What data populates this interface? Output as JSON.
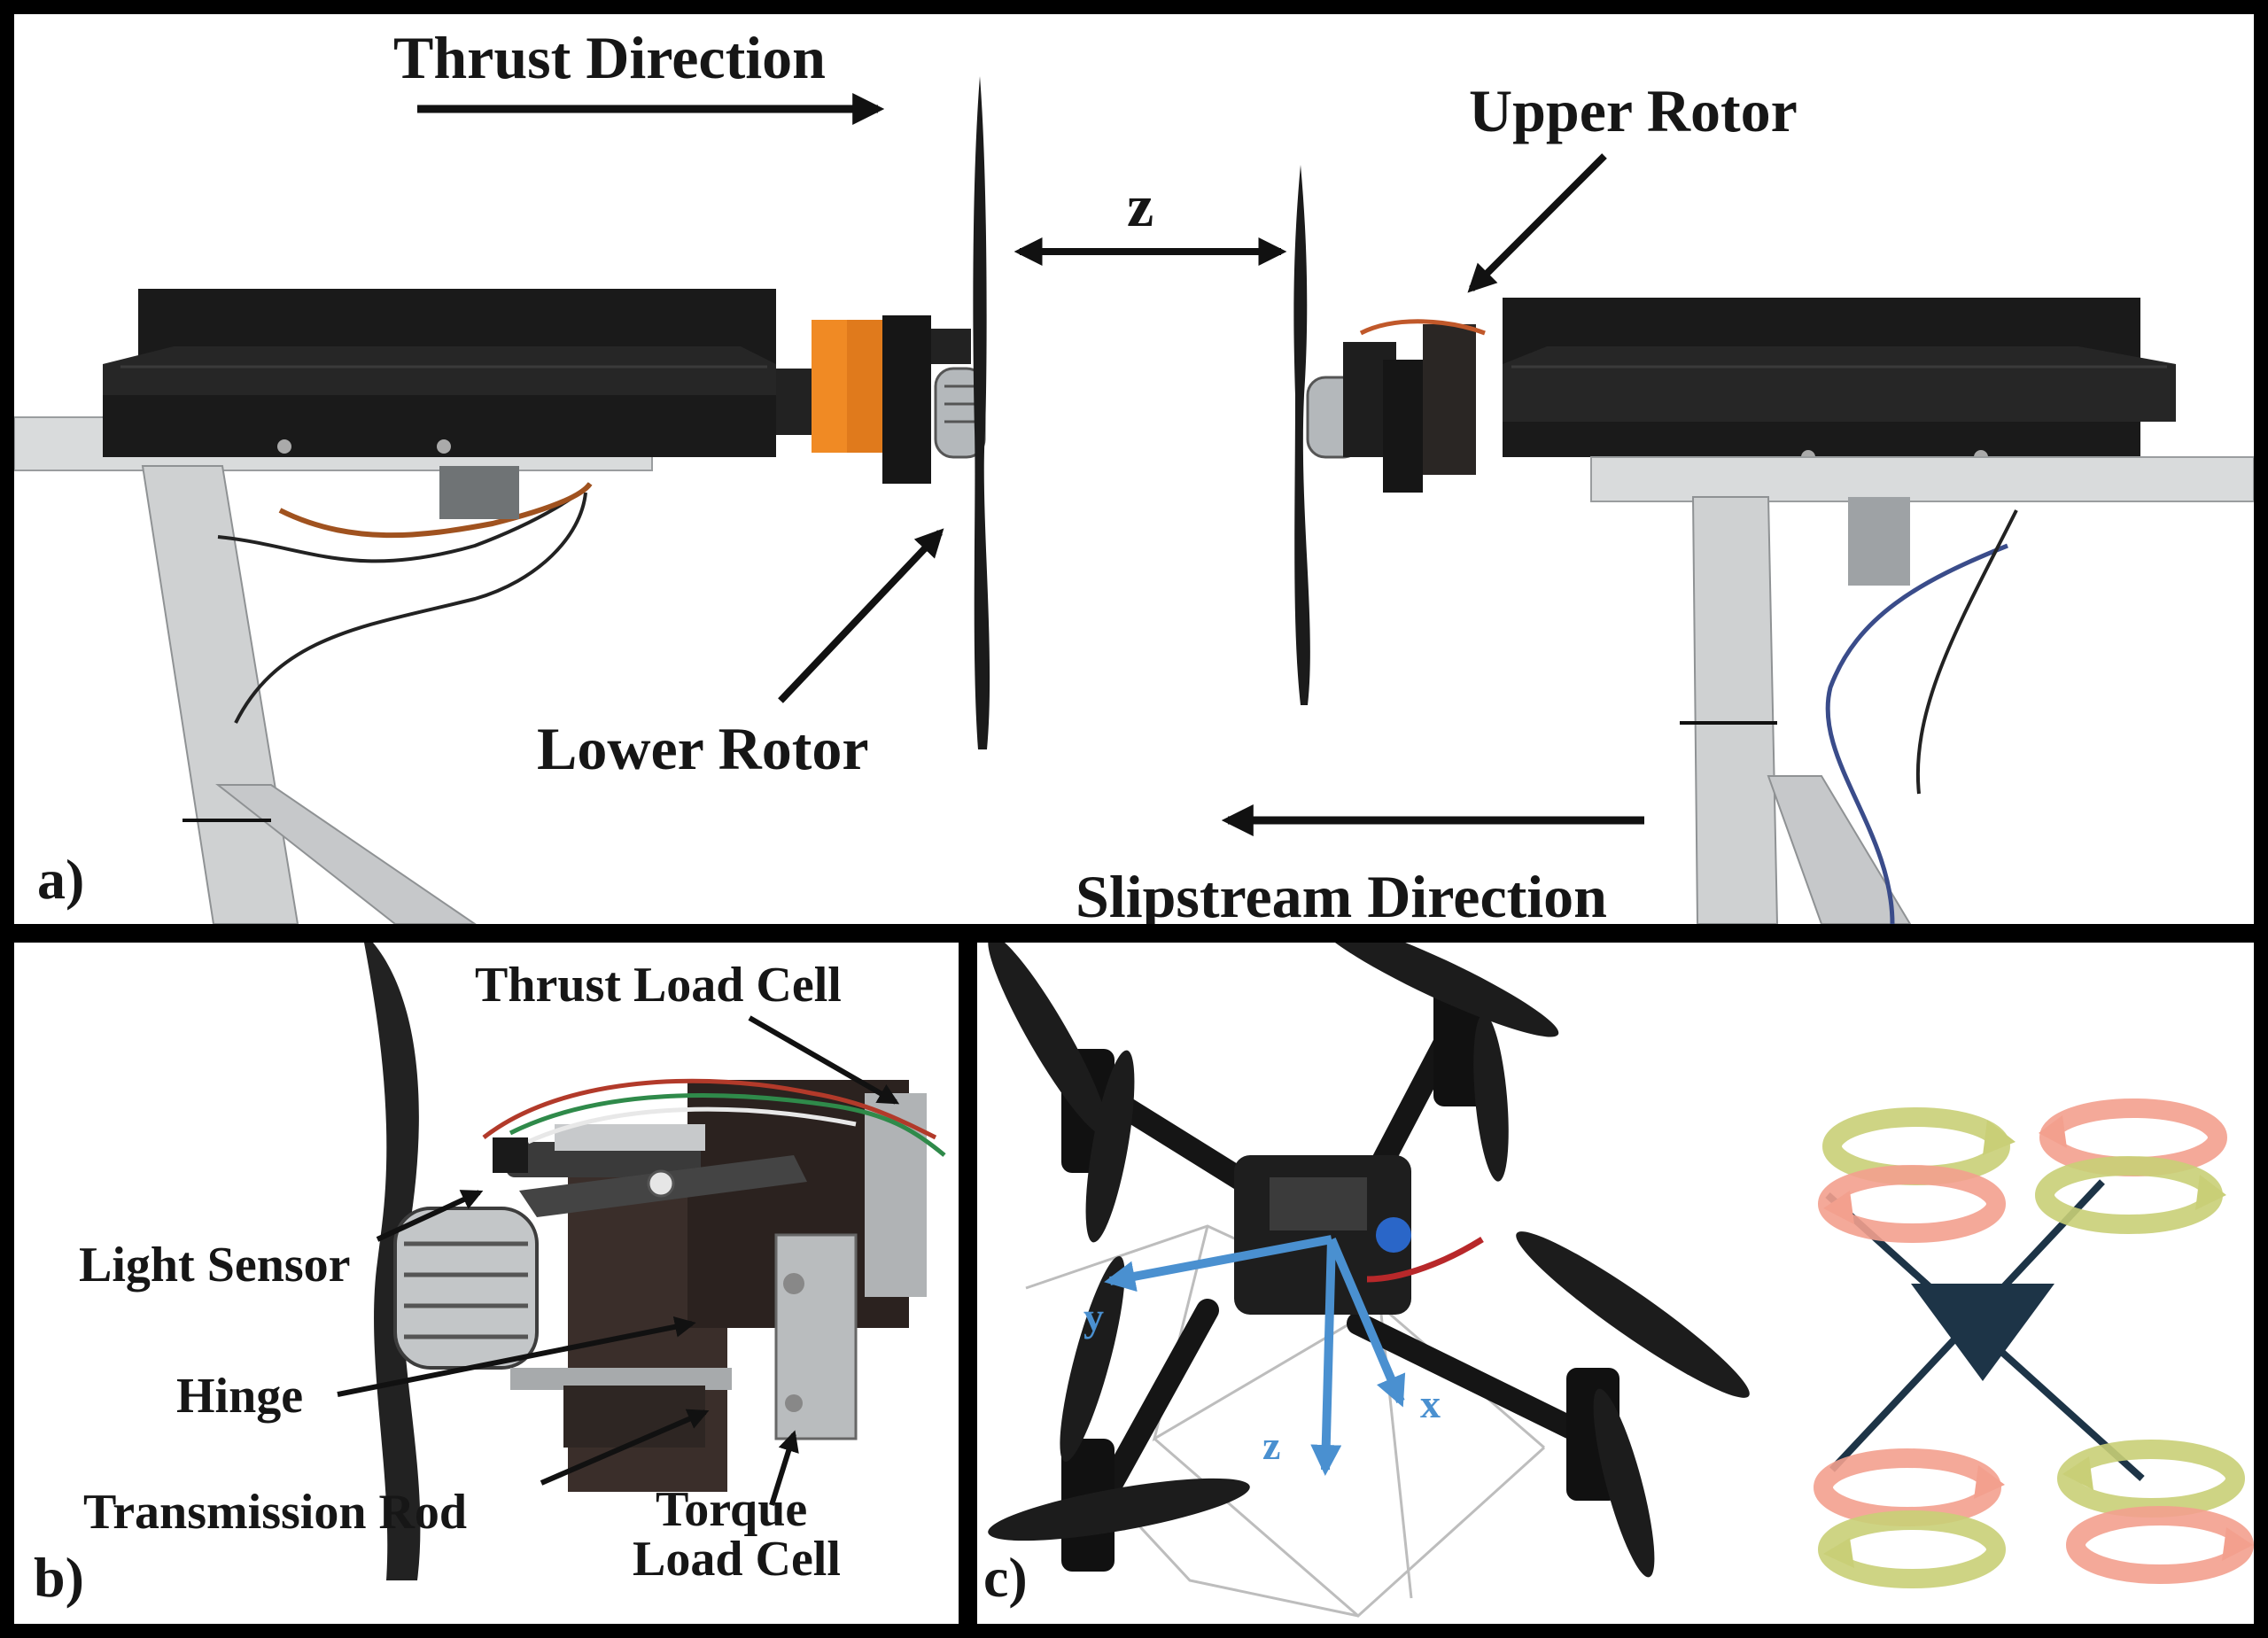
{
  "panel_a": {
    "label": "a)",
    "thrust_direction": "Thrust Direction",
    "slipstream_direction": "Slipstream Direction",
    "upper_rotor": "Upper Rotor",
    "lower_rotor": "Lower Rotor",
    "separation": "z"
  },
  "panel_b": {
    "label": "b)",
    "thrust_load_cell": "Thrust Load Cell",
    "light_sensor": "Light Sensor",
    "hinge": "Hinge",
    "transmission_rod": "Transmission Rod",
    "torque_load_cell_line1": "Torque",
    "torque_load_cell_line2": "Load Cell"
  },
  "panel_c": {
    "label": "c)",
    "axis_x": "x",
    "axis_y": "y",
    "axis_z": "z"
  },
  "colors": {
    "frame": "#000000",
    "text": "#161616",
    "axis_blue": "#4a90d0",
    "rotor_green": "#c9cf77",
    "rotor_red": "#f3a08e",
    "schematic_navy": "#1d3447"
  }
}
